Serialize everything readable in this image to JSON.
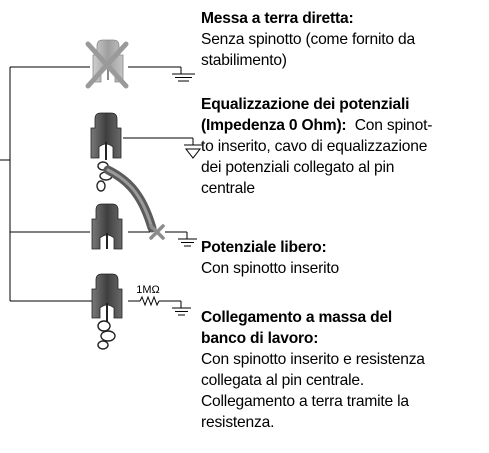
{
  "options": [
    {
      "title_lines": [
        "Messa a terra diretta:"
      ],
      "body_lines": [
        "Senza spinotto (come fornito da",
        "stabilimento)"
      ]
    },
    {
      "title_lines": [
        "Equalizzazione dei potenziali",
        "(Impedenza 0 Ohm):"
      ],
      "title_suffix": "Con spinot-",
      "body_lines": [
        "to inserito, cavo di equalizzazione",
        "dei potenziali collegato al pin",
        "centrale"
      ]
    },
    {
      "title_lines": [
        "Potenziale libero:"
      ],
      "body_lines": [
        "Con spinotto inserito"
      ]
    },
    {
      "title_lines": [
        "Collegamento a massa del",
        "banco di lavoro:"
      ],
      "body_lines": [
        "Con spinotto inserito e resistenza",
        "collegata al pin centrale.",
        "Collegamento a terra tramite la",
        "resistenza."
      ]
    }
  ],
  "resistor_label": "1MΩ",
  "colors": {
    "line": "#000000",
    "plug_dark": "#5a5a5a",
    "plug_light": "#bdbdbd",
    "cross": "#9a9a9a",
    "cable": "#6f6f6f"
  }
}
